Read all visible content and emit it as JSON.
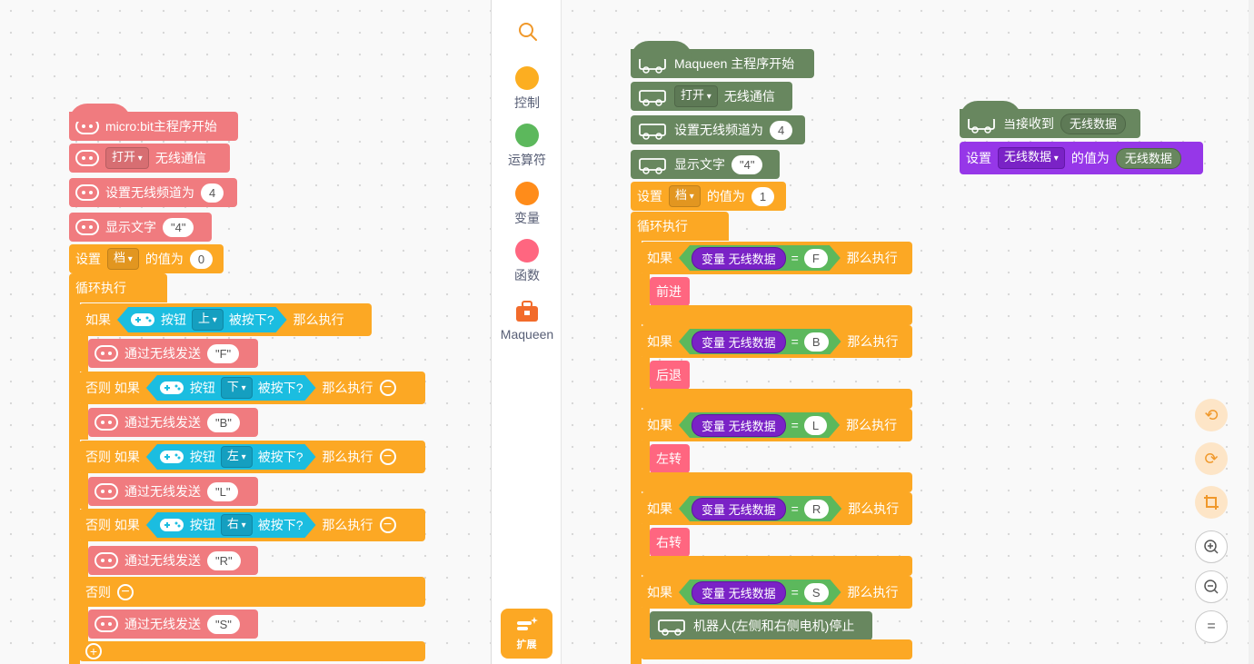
{
  "left_script": {
    "hat": "micro:bit主程序开始",
    "open_dd": "打开",
    "radio_comm": "无线通信",
    "set_channel": "设置无线频道为",
    "channel": "4",
    "show_text": "显示文字",
    "show_val": "\"4\"",
    "set_label": "设置",
    "var_name": "档",
    "value_of": "的值为",
    "init_val": "0",
    "loop": "循环执行",
    "if": "如果",
    "elseif": "否则 如果",
    "else": "否则",
    "button": "按钮",
    "pressed": "被按下?",
    "then": "那么执行",
    "send": "通过无线发送",
    "branches": [
      {
        "btn": "上",
        "send": "\"F\""
      },
      {
        "btn": "下",
        "send": "\"B\""
      },
      {
        "btn": "左",
        "send": "\"L\""
      },
      {
        "btn": "右",
        "send": "\"R\""
      }
    ],
    "else_send": "\"S\""
  },
  "palette": {
    "search_icon": "search-icon",
    "categories": [
      {
        "label": "控制",
        "color": "#fcae21"
      },
      {
        "label": "运算符",
        "color": "#5cb85c"
      },
      {
        "label": "变量",
        "color": "#ff8c1a"
      },
      {
        "label": "函数",
        "color": "#ff6680"
      },
      {
        "label": "Maqueen",
        "color": "#f26b2b"
      }
    ],
    "extension": "扩展"
  },
  "right_script": {
    "hat": "Maqueen 主程序开始",
    "open_dd": "打开",
    "radio_comm": "无线通信",
    "set_channel": "设置无线频道为",
    "channel": "4",
    "show_text": "显示文字",
    "show_val": "\"4\"",
    "set_label": "设置",
    "var_name": "档",
    "value_of": "的值为",
    "init_val": "1",
    "loop": "循环执行",
    "if": "如果",
    "then": "那么执行",
    "var_prefix": "变量",
    "var_radio": "无线数据",
    "eq": "=",
    "branches": [
      {
        "cmp": "F",
        "action": "前进"
      },
      {
        "cmp": "B",
        "action": "后退"
      },
      {
        "cmp": "L",
        "action": "左转"
      },
      {
        "cmp": "R",
        "action": "右转"
      },
      {
        "cmp": "S",
        "action": "机器人(左侧和右侧电机)停止"
      }
    ]
  },
  "receive_script": {
    "hat": "当接收到",
    "hat_arg": "无线数据",
    "set_label": "设置",
    "var": "无线数据",
    "value_of": "的值为",
    "val": "无线数据"
  }
}
